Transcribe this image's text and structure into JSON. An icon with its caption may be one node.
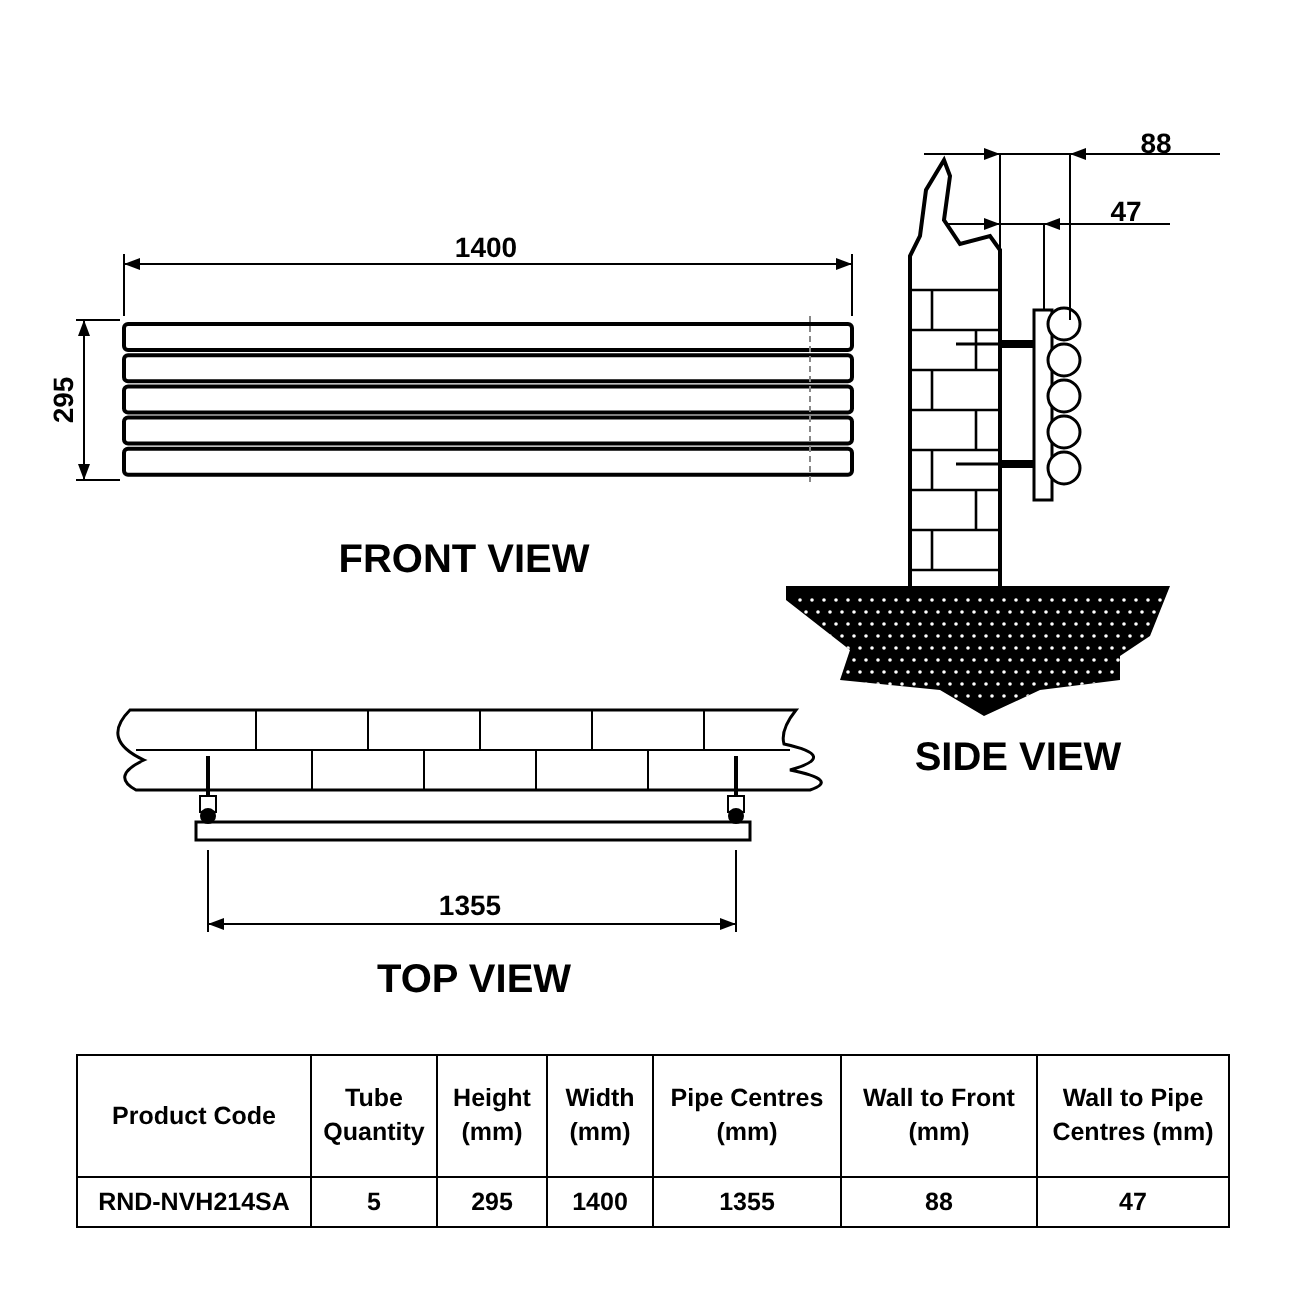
{
  "diagram": {
    "labels": [
      "1400",
      "295",
      "FRONT VIEW",
      "88",
      "47",
      "SIDE VIEW",
      "1355",
      "TOP VIEW",
      "Product Code",
      "Tube Quantity",
      "Height (mm)",
      "Width (mm)",
      "Pipe Centres (mm)",
      "Wall to Front (mm)",
      "Wall to Pipe Centres (mm)",
      "RND-NVH214SA",
      "5",
      "295",
      "1400",
      "1355",
      "88",
      "47"
    ]
  }
}
